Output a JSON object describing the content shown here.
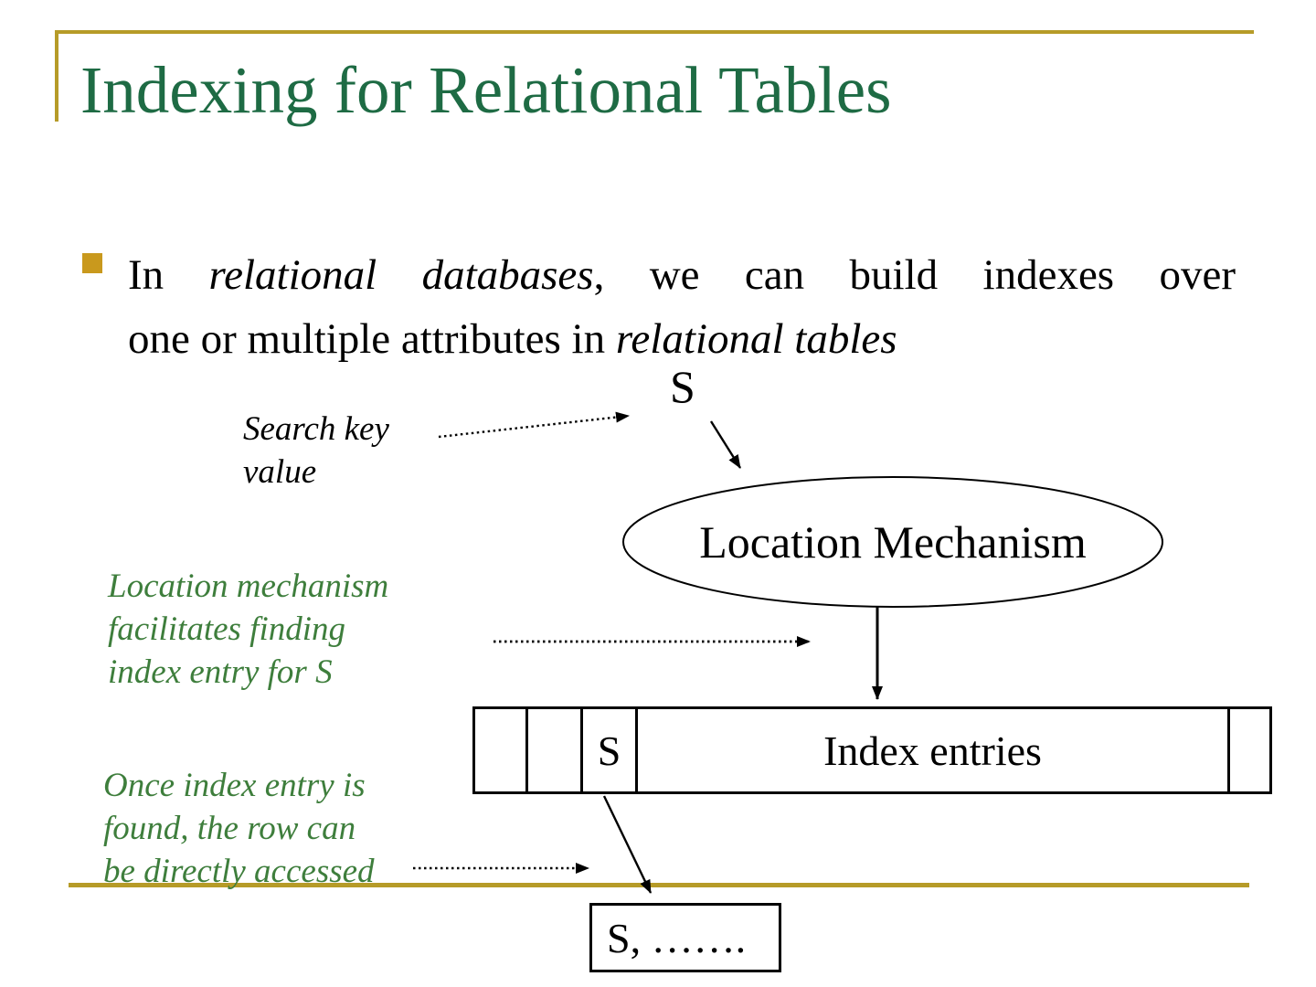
{
  "colors": {
    "title_green": "#1E6B44",
    "note_green": "#3E7E3C",
    "gold": "#B69B28",
    "bullet_gold": "#C9991D"
  },
  "title": "Indexing for Relational Tables",
  "body": {
    "line1": [
      {
        "t": "In "
      },
      {
        "t": "relational databases",
        "i": true
      },
      {
        "t": ", we can build indexes over"
      }
    ],
    "line2": [
      {
        "t": "one or multiple attributes in "
      },
      {
        "t": "relational tables",
        "i": true
      }
    ]
  },
  "diagram": {
    "search_key_symbol": "S",
    "search_key_label": {
      "line1": "Search key",
      "line2": "value"
    },
    "location_mechanism_label": "Location Mechanism",
    "location_note": {
      "line1": "Location mechanism",
      "line2": "facilitates finding",
      "line3": "index entry for S"
    },
    "access_note": {
      "line1": "Once index entry is",
      "line2": "found, the row can",
      "line3": "be directly accessed"
    },
    "index_bar": {
      "s_cell": "S",
      "label": "Index entries"
    },
    "row_box": {
      "label": "S, ……."
    }
  }
}
